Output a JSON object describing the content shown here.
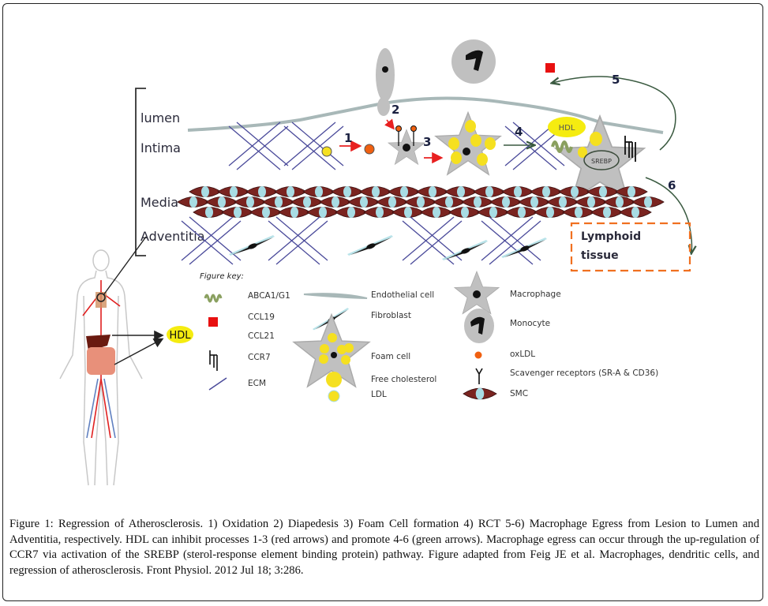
{
  "figure": {
    "layers": [
      "lumen",
      "Intima",
      "Media",
      "Adventitia"
    ],
    "steps": [
      "1",
      "2",
      "3",
      "4",
      "5",
      "6"
    ],
    "hdl_label": "HDL",
    "srebp_label": "SREBP",
    "lymphoid_label_line1": "Lymphoid",
    "lymphoid_label_line2": "tissue",
    "colors": {
      "inhibit_arrow": "#e82020",
      "promote_arrow": "#3a5a40",
      "smc": "#7a2420",
      "smc_nucleus": "#a8dce4",
      "ecm": "#4a4a9a",
      "hdl": "#f5ec10",
      "oxldl": "#f06010",
      "ccl": "#e81010",
      "lymphoid_border": "#f07020",
      "macrophage": "#c0c0c0"
    }
  },
  "key": {
    "title": "Figure key:",
    "items": [
      {
        "icon": "abca1-g1-icon",
        "label": "ABCA1/G1"
      },
      {
        "icon": "ccl-square-icon",
        "label": "CCL19"
      },
      {
        "icon": "ccl-square-icon",
        "label": "CCL21"
      },
      {
        "icon": "ccr7-icon",
        "label": "CCR7"
      },
      {
        "icon": "ecm-line-icon",
        "label": "ECM"
      },
      {
        "icon": "endothelial-cell-icon",
        "label": "Endothelial cell"
      },
      {
        "icon": "fibroblast-icon",
        "label": "Fibroblast"
      },
      {
        "icon": "foam-cell-icon",
        "label": "Foam cell"
      },
      {
        "icon": "free-cholesterol-icon",
        "label": "Free cholesterol"
      },
      {
        "icon": "ldl-icon",
        "label": "LDL"
      },
      {
        "icon": "macrophage-icon",
        "label": "Macrophage"
      },
      {
        "icon": "monocyte-icon",
        "label": "Monocyte"
      },
      {
        "icon": "oxldl-icon",
        "label": "oxLDL"
      },
      {
        "icon": "scavenger-receptor-icon",
        "label": "Scavenger receptors (SR-A & CD36)"
      },
      {
        "icon": "smc-icon",
        "label": "SMC"
      }
    ]
  },
  "caption": {
    "label": "Figure 1:",
    "text": " Regression of Atherosclerosis. 1) Oxidation 2) Diapedesis 3) Foam Cell formation 4) RCT 5-6) Macrophage Egress from Lesion to Lumen and Adventitia, respectively. HDL can inhibit processes 1-3 (red arrows) and promote 4-6 (green arrows). Macrophage egress can occur through the up-regulation of CCR7 via activation of the SREBP (sterol-response element binding protein) pathway. Figure adapted from Feig JE et al. Macrophages, dendritic cells, and regression of atherosclerosis. Front Physiol. 2012 Jul 18; 3:286."
  }
}
